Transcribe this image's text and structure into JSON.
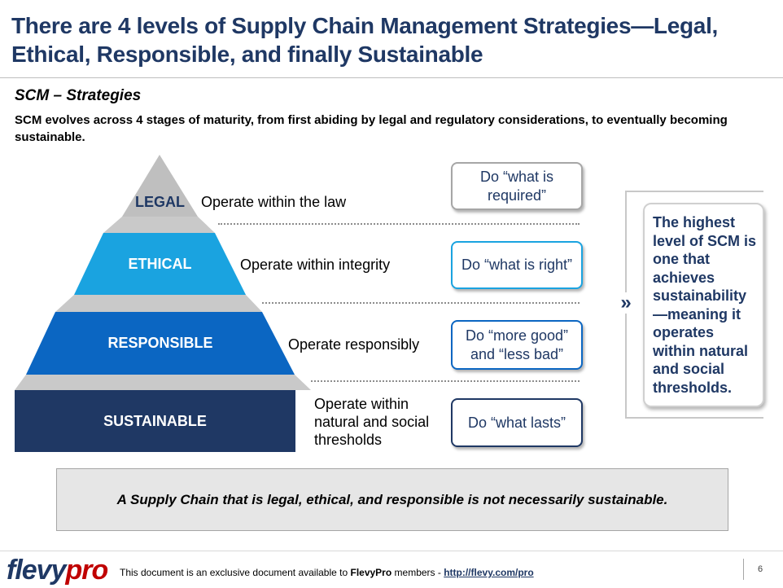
{
  "header": {
    "title": "There are 4 levels of Supply Chain Management Strategies—Legal, Ethical, Responsible, and finally Sustainable"
  },
  "section": {
    "subtitle": "SCM – Strategies",
    "description": "SCM evolves across 4 stages of maturity, from first abiding by legal and regulatory considerations, to eventually becoming sustainable."
  },
  "levels": [
    {
      "name": "LEGAL",
      "operate": "Operate within the law",
      "do": "Do “what is required”",
      "color": "#1f3864"
    },
    {
      "name": "ETHICAL",
      "operate": "Operate within integrity",
      "do": "Do “what is right”",
      "color": "#1aa3e0"
    },
    {
      "name": "RESPONSIBLE",
      "operate": "Operate responsibly",
      "do": "Do “more good” and “less bad”",
      "color": "#0b66c2"
    },
    {
      "name": "SUSTAINABLE",
      "operate": "Operate within natural and social thresholds",
      "do": "Do “what lasts”",
      "color": "#1f3864"
    }
  ],
  "colors": {
    "legal_fill": "#bfbfbf",
    "ethical_fill": "#1aa3e0",
    "responsible_fill": "#0b66c2",
    "sustainable_fill": "#1f3864",
    "connector_fill": "#c9c9c9",
    "legal_border": "#a6a6a6",
    "ethical_border": "#1aa3e0",
    "responsible_border": "#0b66c2",
    "sustainable_border": "#1f3864"
  },
  "chevron": "»",
  "highlight": "The highest level of SCM is one that achieves sustainability—meaning it operates within natural and social thresholds.",
  "note": "A Supply Chain that is legal, ethical, and responsible is not necessarily sustainable.",
  "footer": {
    "logo_main": "flevy",
    "logo_accent": "pro",
    "text_before": "This document is an exclusive document available to ",
    "brand": "FlevyPro",
    "text_after": " members - ",
    "link": "http://flevy.com/pro",
    "page": "6"
  }
}
